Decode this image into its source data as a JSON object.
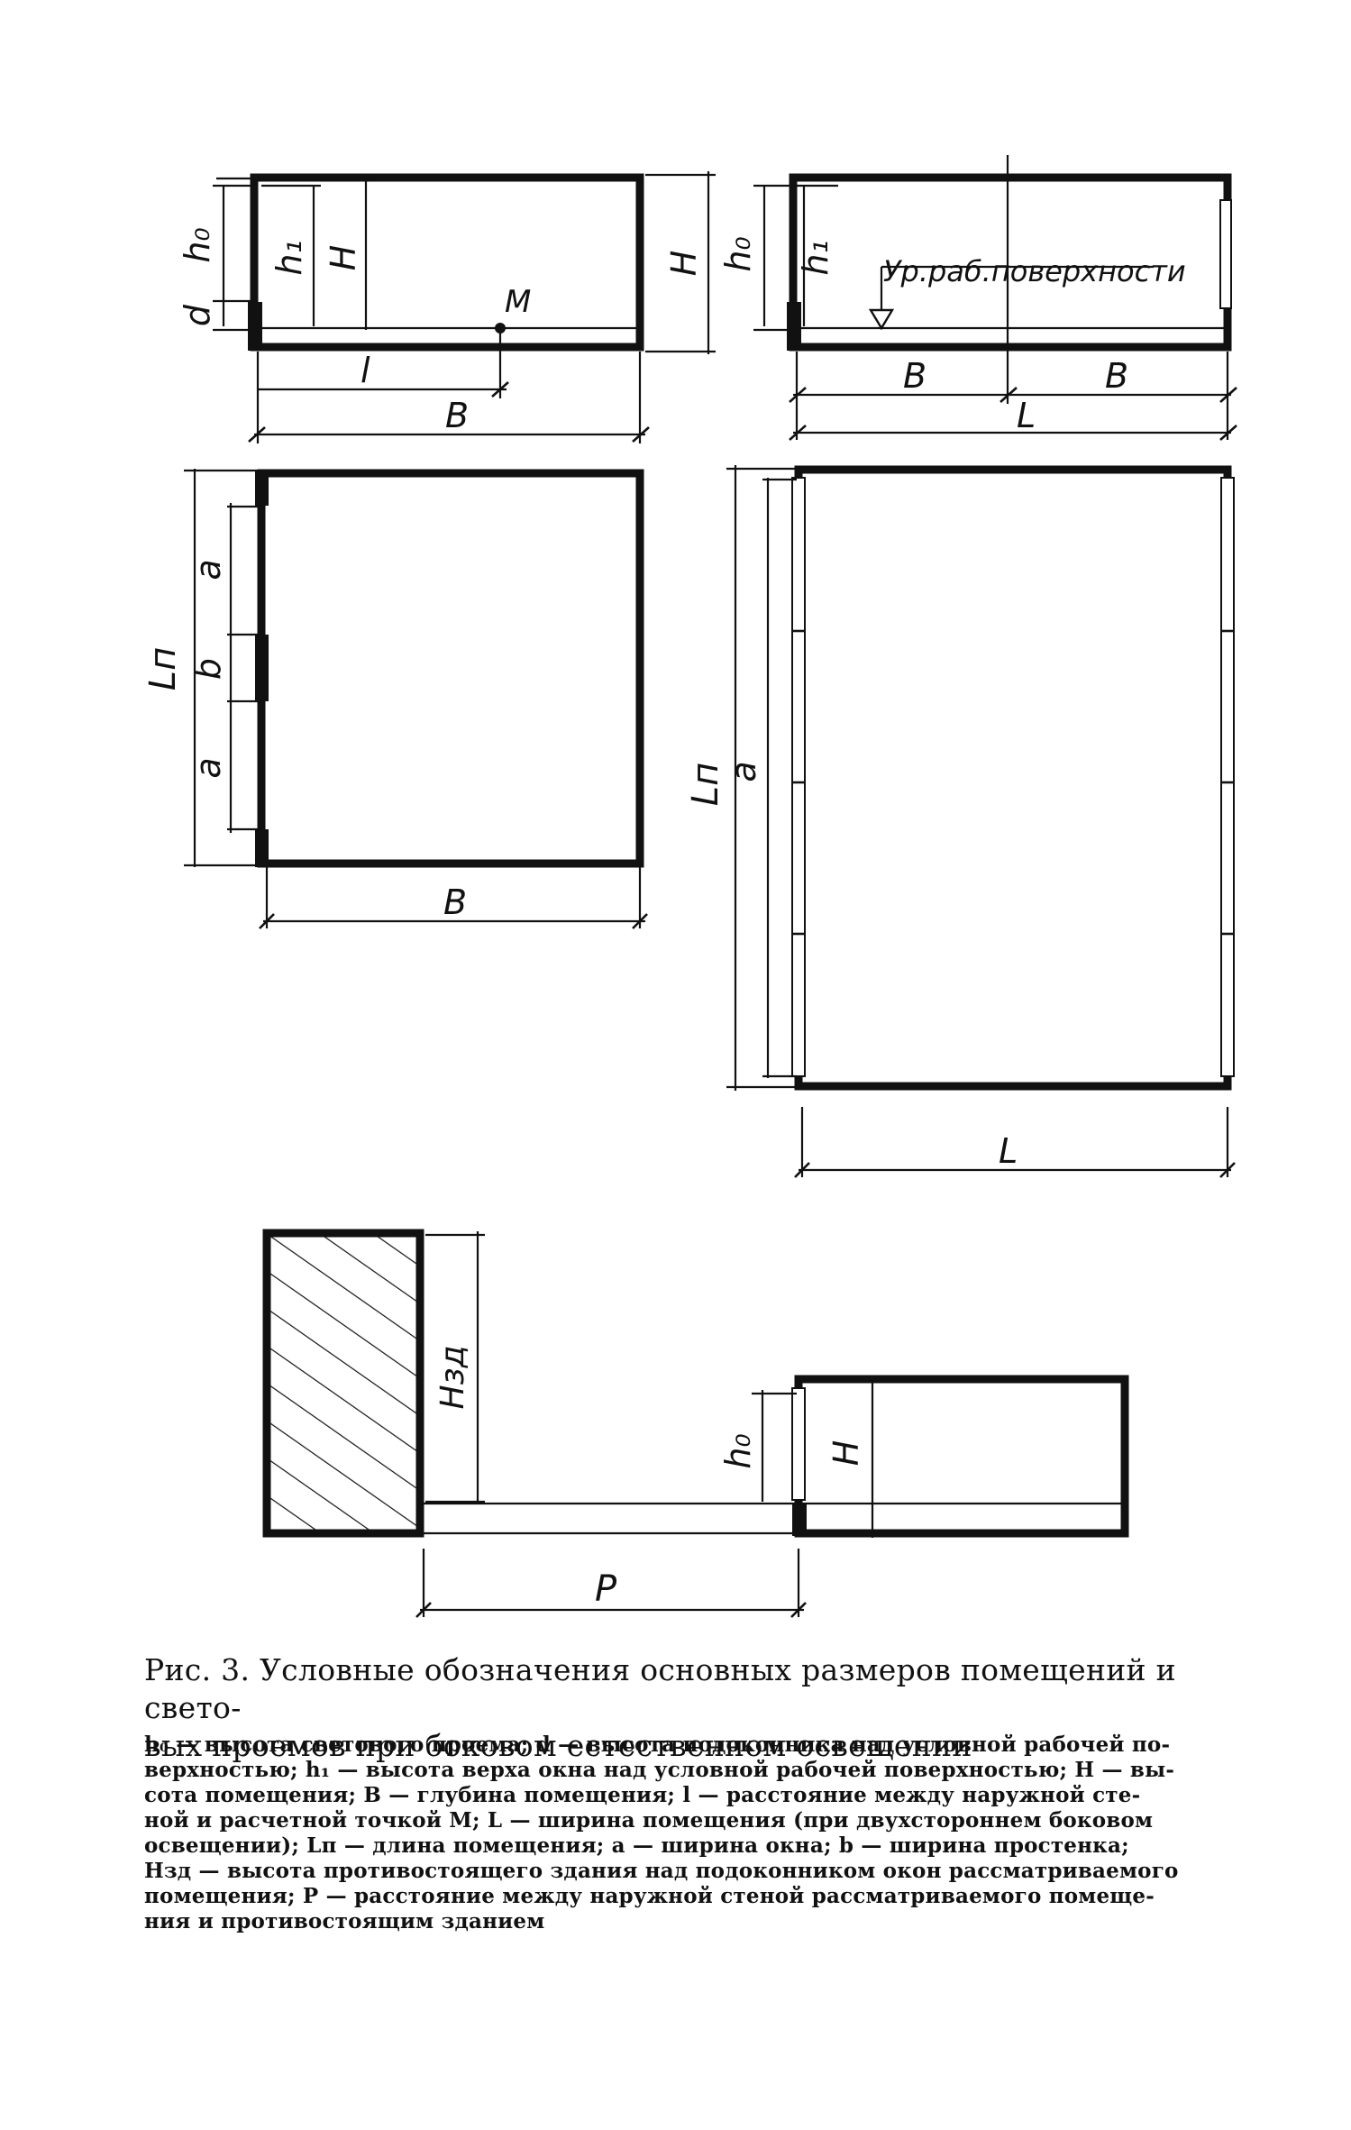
{
  "figure": {
    "labels": {
      "h0": "h₀",
      "d": "d",
      "h1": "h₁",
      "H": "H",
      "M": "M",
      "l": "l",
      "B": "B",
      "L": "L",
      "work_surface_level": "Ур.раб.поверхности",
      "Ln": "Lп",
      "a": "a",
      "b": "b",
      "H_zd": "Hзд",
      "P": "P"
    }
  },
  "caption": {
    "line1": "Рис. 3. Условные обозначения основных размеров  помещений и свето-",
    "line2": "вых проемов при боковом естественном освещении"
  },
  "legend": {
    "lines": [
      "h₀ — высота светового проема;  d — высота подоконника над условной рабочей по-",
      "верхностью;  h₁ — высота верха окна над условной рабочей поверхностью;  H — вы-",
      "сота  помещения;  B — глубина  помещения;  l — расстояние  между  наружной  сте-",
      "ной  и  расчетной  точкой  M;  L — ширина  помещения  (при  двухстороннем  боковом",
      "освещении);  Lп — длина помещения;   a — ширина окна;  b — ширина простенка;",
      "Hзд — высота  противостоящего здания над подоконником окон рассматриваемого",
      "помещения;  P — расстояние  между  наружной  стеной  рассматриваемого  помеще-",
      "ния и противостоящим зданием"
    ]
  }
}
